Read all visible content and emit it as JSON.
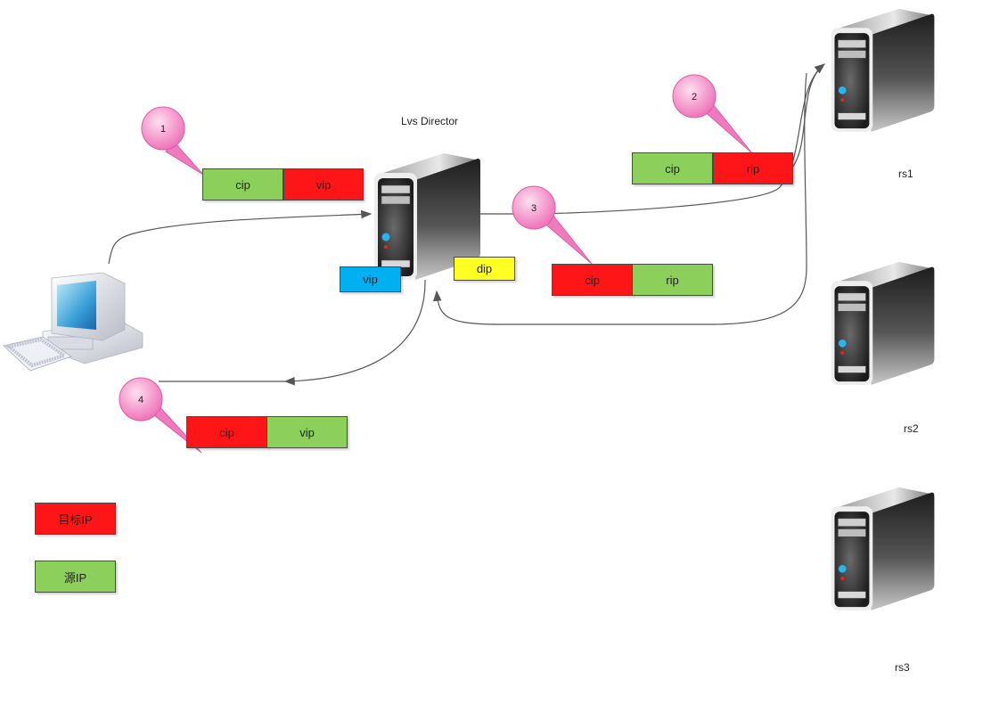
{
  "title": "Lvs  Director",
  "colors": {
    "dest_ip": "#fe1518",
    "src_ip": "#8ccf5b",
    "vip_tag": "#00b0f0",
    "dip_tag": "#ffff22",
    "bubble": "#f27fc0",
    "line": "#555555"
  },
  "director": {
    "label": "Lvs  Director",
    "vip_tag": "vip",
    "dip_tag": "dip"
  },
  "real_servers": [
    {
      "label": "rs1"
    },
    {
      "label": "rs2"
    },
    {
      "label": "rs3"
    }
  ],
  "steps": [
    {
      "number": "1",
      "packet": [
        {
          "text": "cip",
          "role": "src"
        },
        {
          "text": "vip",
          "role": "dst"
        }
      ]
    },
    {
      "number": "2",
      "packet": [
        {
          "text": "cip",
          "role": "src"
        },
        {
          "text": "rip",
          "role": "dst"
        }
      ]
    },
    {
      "number": "3",
      "packet": [
        {
          "text": "cip",
          "role": "dst"
        },
        {
          "text": "rip",
          "role": "src"
        }
      ]
    },
    {
      "number": "4",
      "packet": [
        {
          "text": "cip",
          "role": "dst"
        },
        {
          "text": "vip",
          "role": "src"
        }
      ]
    }
  ],
  "legend": [
    {
      "label": "目标IP",
      "role": "dst"
    },
    {
      "label": "源IP",
      "role": "src"
    }
  ]
}
